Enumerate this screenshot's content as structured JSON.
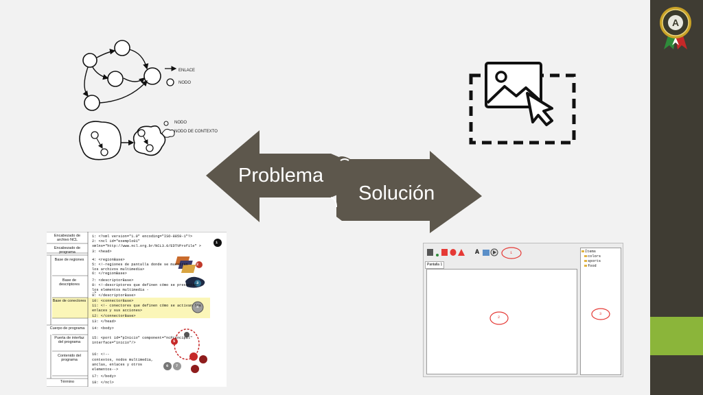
{
  "arrows": {
    "problem_label": "Problema",
    "solution_label": "Solución"
  },
  "graph_legend": {
    "arrow_label": "ENLACE",
    "node_label": "NODO",
    "node2_label": "NODO",
    "composite_label": "NODO DE CONTEXTO"
  },
  "ncl_table": {
    "sections": [
      {
        "label": "Encabezado de archivo NCL"
      },
      {
        "label": "Encabezado de programa"
      },
      {
        "label": "Base de regiones"
      },
      {
        "label": "Base de descriptores"
      },
      {
        "label": "Base de conectores"
      },
      {
        "label": "Cuerpo de programa"
      },
      {
        "label": "Puerta de interfaz del programa"
      },
      {
        "label": "Contenido del programa"
      },
      {
        "label": "Término"
      }
    ],
    "lines": [
      "1:  <?xml version=\"1.0\" encoding=\"ISO-8859-1\"?>",
      "2:  <ncl id=\"exemplo01\"",
      "        xmlns=\"http://www.ncl.org.br/NCL3.0/EDTVProfile\"  >",
      "3:  <head>",
      "4:      <regionBase>",
      "5:        <!-regiones de pantalla donde se muestran",
      "          los archivos multimedia>",
      "6:      </regionBase>",
      "7:      <descriptorBase>",
      "8:        <!-descriptores que definen cómo se presentan",
      "          los elementos multimedia   -",
      "            ->",
      "9:      </descriptorBase>",
      "10:     <connectorBase>",
      "11:       <!- conectores que definen cómo se activan los",
      "          enlaces y sus acciones>",
      "12:     </connectorBase>",
      "13: </head>",
      "14: <body>",
      "15: <port id=\"pInicio\" component=\"ncPrincipal\"",
      "      interface=\"inicio\"/>",
      "16:  <!--",
      "      contextos, nodos multimedia,",
      "      anclas, enlaces y otros",
      "      elementos-->",
      "17: </body>",
      "18: </ncl>"
    ],
    "badges": [
      "1",
      "2",
      "3",
      "4",
      "5",
      "6",
      "7"
    ]
  },
  "editor": {
    "tab_label": "Pantalla 1",
    "tree_items": [
      "Ítems",
      "colors",
      "sports",
      "food"
    ],
    "markers": [
      "1",
      "2",
      "3"
    ],
    "toolbar_text_glyph": "A"
  }
}
